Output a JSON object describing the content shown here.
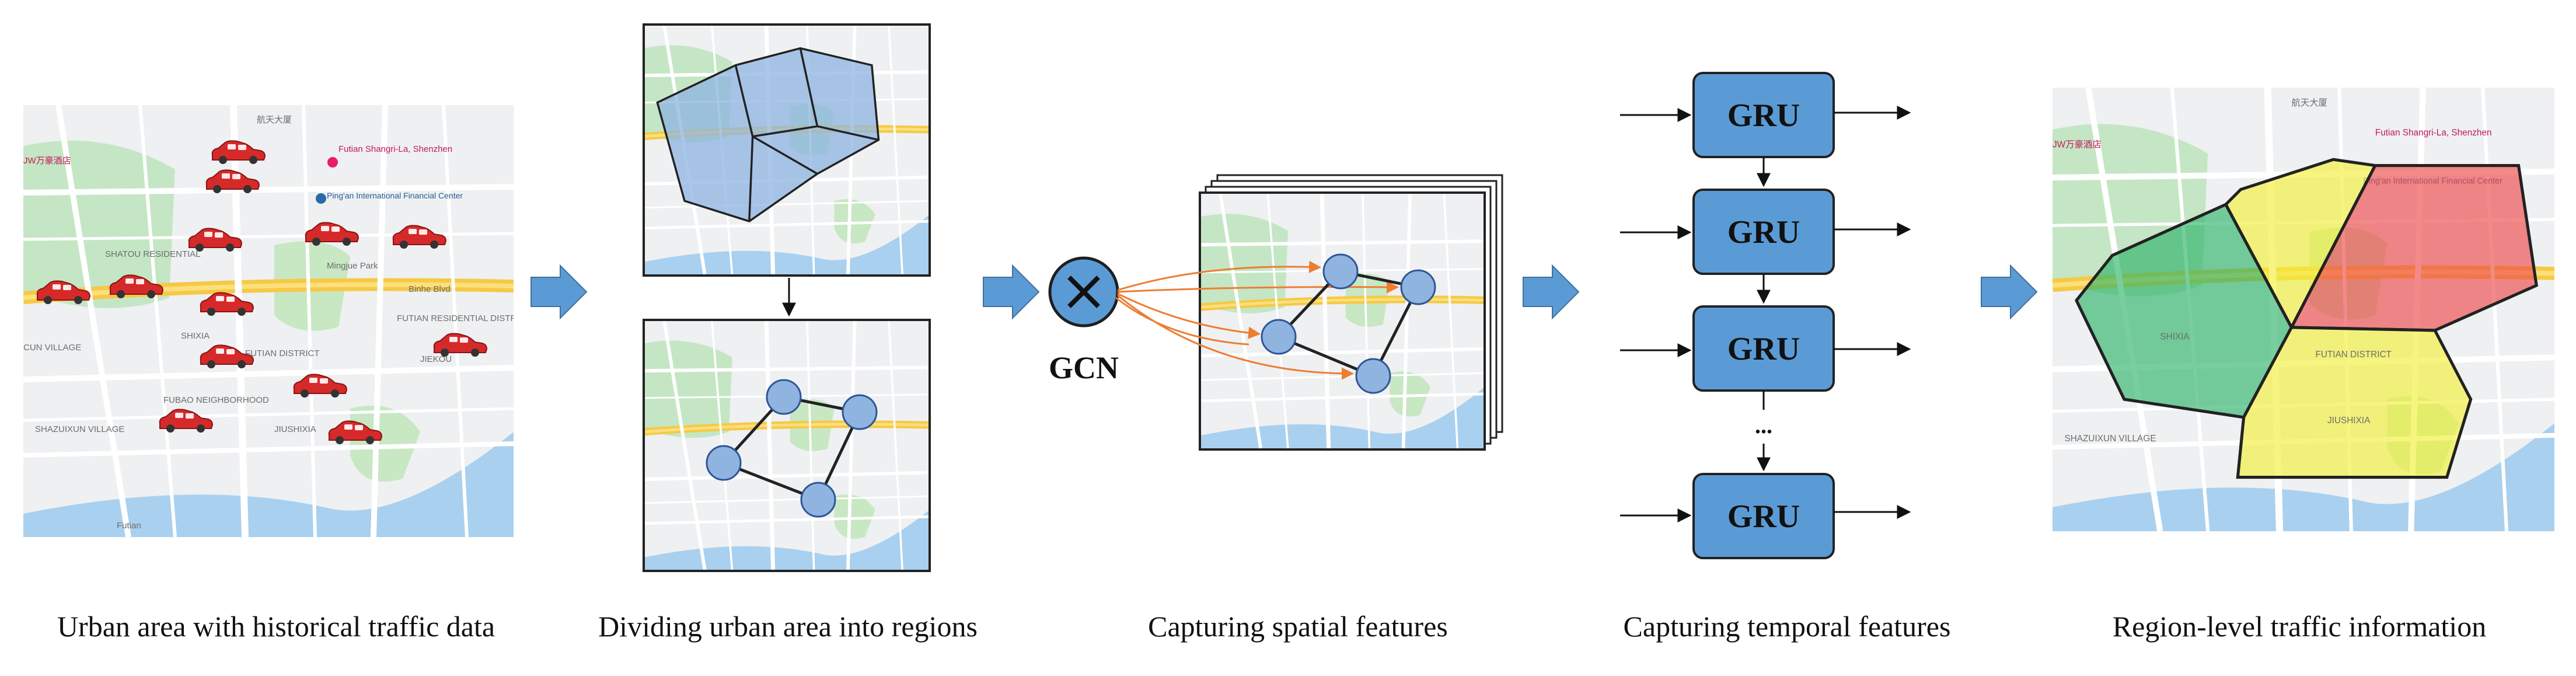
{
  "captions": {
    "step1": "Urban area with historical traffic data",
    "step2": "Dividing urban area into regions",
    "step3": "Capturing spatial features",
    "step4": "Capturing temporal features",
    "step5": "Region-level traffic information"
  },
  "gcn_label": "GCN",
  "gru_label": "GRU",
  "gru_ellipsis": "...",
  "map_labels": {
    "district_shatou": "SHATOU RESIDENTIAL",
    "district_futian": "FUTIAN DISTRICT",
    "district_shixia": "SHIXIA",
    "district_jiushixia": "JIUSHIXIA",
    "district_fubao": "FUBAO NEIGHBORHOOD",
    "district_futian_res": "FUTIAN RESIDENTIAL DISTRICT",
    "district_jiekou": "JIEKOU",
    "district_shazuixun": "SHAZUIXUN VILLAGE",
    "district_cun": "CUN VILLAGE",
    "poi_shangri_la": "Futian Shangri-La, Shenzhen",
    "poi_pingan": "Ping'an International Financial Center",
    "poi_mingjue": "Mingjue Park",
    "poi_jw": "JW万豪酒店",
    "poi_hangtian": "航天大厦",
    "poi_futian": "Futian",
    "road_binhe": "Binhe Blvd"
  },
  "colors": {
    "arrow_blue": "#5b9bd5",
    "gru_fill": "#5b9bd5",
    "region_blue": "#8db4e2",
    "region_green": "#2fb36a",
    "region_yellow": "#f3ef3a",
    "region_red": "#ee4a4a",
    "node_fill": "#8fb4e0",
    "gcn_edge": "#ed7d31",
    "car_red": "#d62a2a"
  },
  "icons": [
    "right-arrow-icon",
    "multiply-icon",
    "car-icon",
    "map-pin-icon"
  ]
}
